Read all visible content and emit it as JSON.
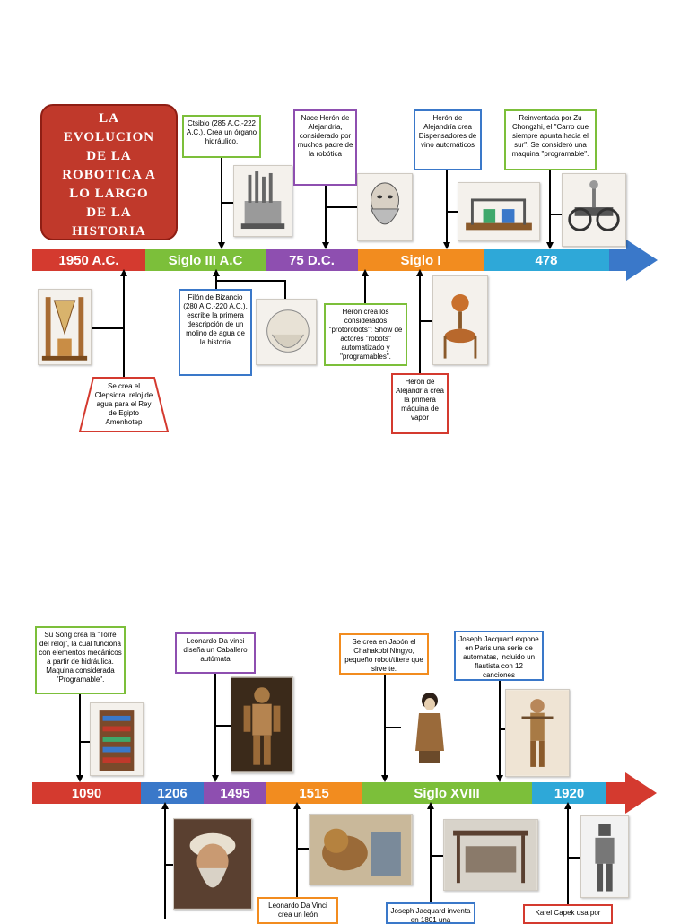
{
  "title_lines": [
    "LA",
    "EVOLUCION",
    "DE LA",
    "ROBOTICA A",
    "LO LARGO",
    "DE LA",
    "HISTORIA"
  ],
  "timeline1": {
    "segments": [
      {
        "label": "1950 A.C.",
        "color": "#d43a2f"
      },
      {
        "label": "Siglo III A.C",
        "color": "#7cbf3a"
      },
      {
        "label": "75 D.C.",
        "color": "#8e4fb0"
      },
      {
        "label": "Siglo I",
        "color": "#f28c1f"
      },
      {
        "label": "478",
        "color": "#2ea8d8"
      }
    ],
    "arrow_color": "#3a78c9"
  },
  "timeline2": {
    "segments": [
      {
        "label": "1090",
        "color": "#d43a2f"
      },
      {
        "label": "1206",
        "color": "#3a78c9"
      },
      {
        "label": "1495",
        "color": "#8e4fb0"
      },
      {
        "label": "1515",
        "color": "#f28c1f"
      },
      {
        "label": "Siglo XVIII",
        "color": "#7cbf3a"
      },
      {
        "label": "1920",
        "color": "#2ea8d8"
      }
    ],
    "arrow_color": "#d43a2f"
  },
  "notes": {
    "ctsibio": "Ctsibio (285 A.C.-222 A.C.), Crea un órgano hidráulico.",
    "heron_nace": "Nace Herón de Alejandría, considerado por muchos padre de la robótica",
    "heron_disp": "Herón de Alejandría crea Dispensadores de vino automáticos",
    "zu_chongzhi": "Reinventada por Zu Chongzhi, el \"Carro que siempre apunta hacia el sur\". Se consideró una maquina \"programable\".",
    "filon": "Filón de Bizancio (280 A.C.-220 A.C.), escribe la primera descripción de un molino de agua de la historia",
    "heron_proto": "Herón crea los considerados \"protorobots\": Show de actores \"robots\" automatizado y \"programables\".",
    "clepsidra": "Se crea el Clepsidra, reloj de agua para el Rey de Egipto Amenhotep",
    "heron_vapor": "Herón de Alejandría crea la primera máquina de vapor",
    "su_song": "Su Song crea la \"Torre del reloj\", la cual funciona con elementos mecánicos a partir de hidráulica. Maquina considerada \"Programable\".",
    "davinci_caballero": "Leonardo Da vinci diseña un Caballero autómata",
    "japon": "Se crea en Japón el Chahakobi Ningyo, pequeño robot/títere que sirve te.",
    "jacquard_paris": "Joseph Jacquard expone en Paris una serie de automatas, incluido un flautista con 12 canciones",
    "davinci_leon": "Leonardo Da Vinci crea un león",
    "jacquard_1801": "Joseph Jacquard inventa en 1801 una",
    "capek": "Karel Capek usa por"
  }
}
